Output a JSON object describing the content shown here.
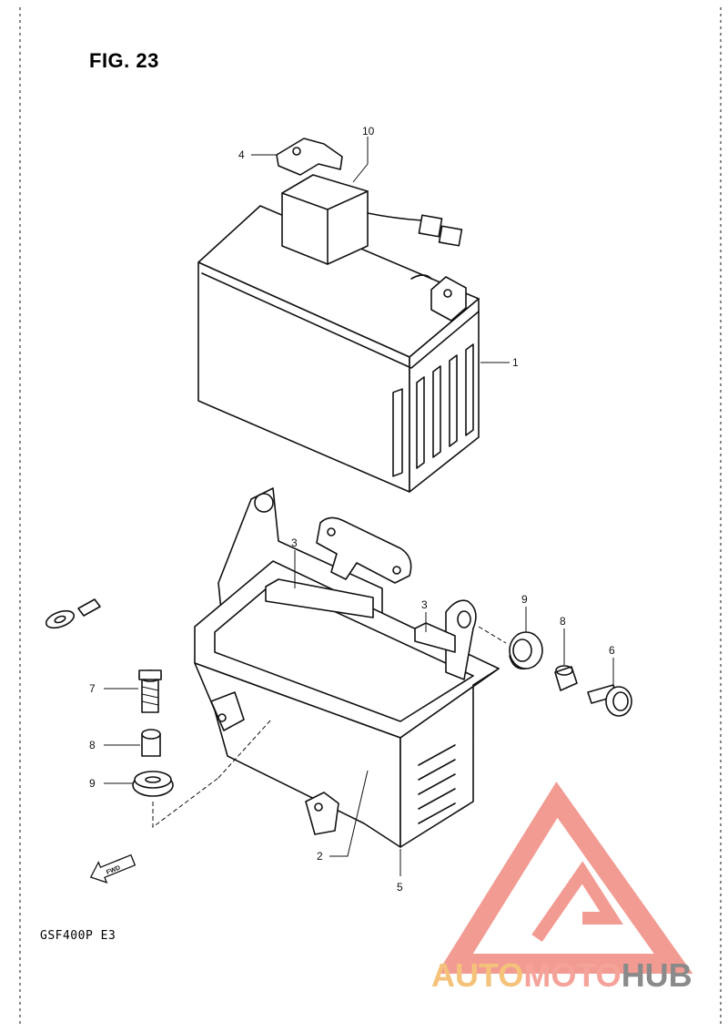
{
  "figure": {
    "title": "FIG. 23",
    "model": "GSF400P  E3",
    "direction_label": "FWD"
  },
  "callouts": [
    {
      "id": "c1",
      "label": "1"
    },
    {
      "id": "c2",
      "label": "2"
    },
    {
      "id": "c3a",
      "label": "3"
    },
    {
      "id": "c3b",
      "label": "3"
    },
    {
      "id": "c4",
      "label": "4"
    },
    {
      "id": "c5",
      "label": "5"
    },
    {
      "id": "c6",
      "label": "6"
    },
    {
      "id": "c7",
      "label": "7"
    },
    {
      "id": "c8a",
      "label": "8"
    },
    {
      "id": "c8b",
      "label": "8"
    },
    {
      "id": "c9a",
      "label": "9"
    },
    {
      "id": "c9b",
      "label": "9"
    },
    {
      "id": "c10",
      "label": "10"
    }
  ],
  "watermark": {
    "part1": "AUTO",
    "part2": "MOTO",
    "part3": "HUB",
    "colors": {
      "auto": "#f4c27a",
      "moto": "#f5a39a",
      "hub": "#8a8a8a",
      "logo": "#f08a80"
    }
  }
}
